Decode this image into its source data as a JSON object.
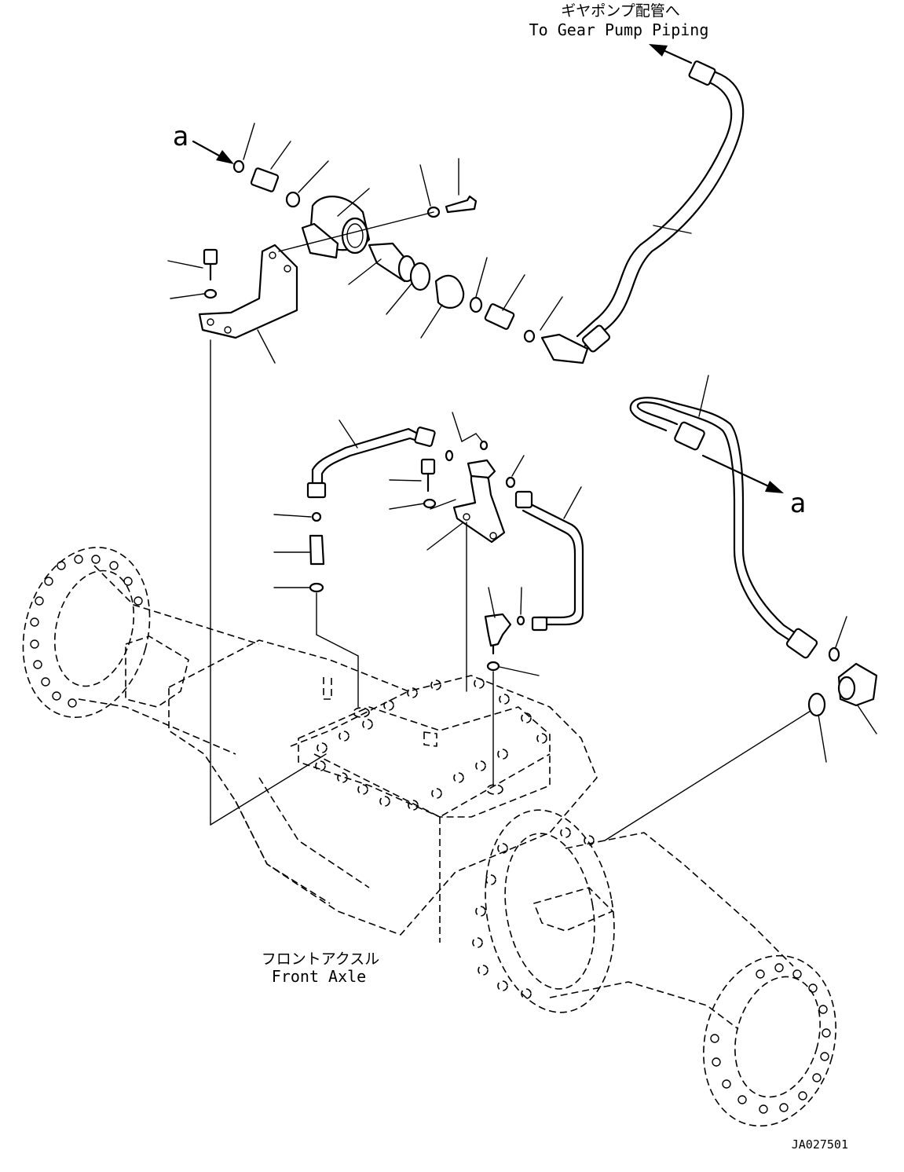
{
  "annotations": {
    "pump_jp": "ギヤポンプ配管へ",
    "pump_en": "To Gear Pump Piping",
    "axle_jp": "フロントアクスル",
    "axle_en": "Front Axle",
    "marker_top": "a",
    "marker_right": "a",
    "drawing_id": "JA027501"
  }
}
